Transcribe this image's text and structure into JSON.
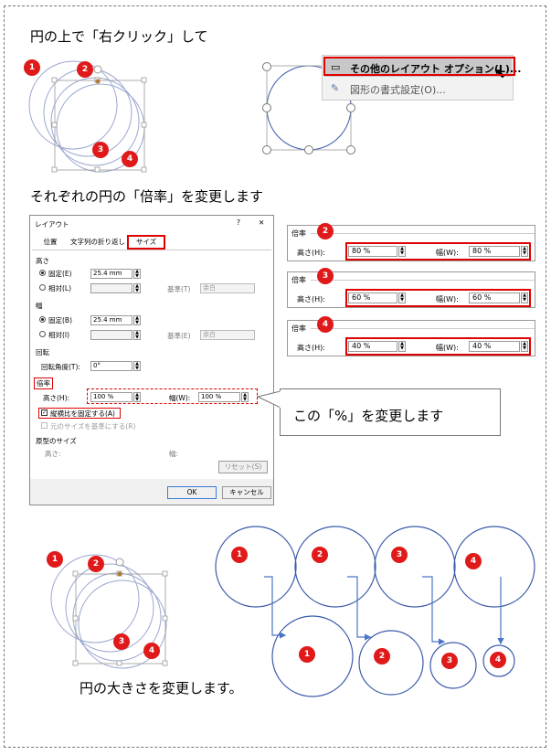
{
  "headings": {
    "step1": "円の上で「右クリック」して",
    "step2": "それぞれの円の「倍率」を変更します",
    "step3": "円の大きさを変更します。"
  },
  "badges": [
    "1",
    "2",
    "3",
    "4"
  ],
  "context_menu": {
    "item1": "その他のレイアウト オプション(L)...",
    "item2": "図形の書式設定(O)..."
  },
  "dialog": {
    "title": "レイアウト",
    "help": "?",
    "close": "✕",
    "tabs": [
      "位置",
      "文字列の折り返し",
      "サイズ"
    ],
    "height_section": "高さ",
    "width_section": "幅",
    "absolute_h": "固定(E)",
    "absolute_h_value": "25.4 mm",
    "relative_h": "相対(L)",
    "relative_to_h_label": "基準(T)",
    "relative_to_h_value": "余白",
    "absolute_w": "固定(B)",
    "absolute_w_value": "25.4 mm",
    "relative_w": "相対(I)",
    "relative_to_w_label": "基準(E)",
    "relative_to_w_value": "余白",
    "rotate_section": "回転",
    "rotation_label": "回転角度(T):",
    "rotation_value": "0°",
    "scale_section": "倍率",
    "scale_height_label": "高さ(H):",
    "scale_height_value": "100 %",
    "scale_width_label": "幅(W):",
    "scale_width_value": "100 %",
    "lock_aspect": "縦横比を固定する(A)",
    "relative_original": "元のサイズを基準にする(R)",
    "original_section": "原型のサイズ",
    "original_height": "高さ:",
    "original_width": "幅:",
    "reset": "リセット(S)",
    "ok": "OK",
    "cancel": "キャンセル"
  },
  "callout_text": "この「%」を変更します",
  "scale_panels": [
    {
      "title": "倍率",
      "badge": "2",
      "height_label": "高さ(H):",
      "height": "80 %",
      "width_label": "幅(W):",
      "width": "80 %"
    },
    {
      "title": "倍率",
      "badge": "3",
      "height_label": "高さ(H):",
      "height": "60 %",
      "width_label": "幅(W):",
      "width": "60 %"
    },
    {
      "title": "倍率",
      "badge": "4",
      "height_label": "高さ(H):",
      "height": "40 %",
      "width_label": "幅(W):",
      "width": "40 %"
    }
  ],
  "colors": {
    "accent_red": "#e01a1a",
    "circle_stroke": "#3a5aa8",
    "frame": "#777777"
  }
}
